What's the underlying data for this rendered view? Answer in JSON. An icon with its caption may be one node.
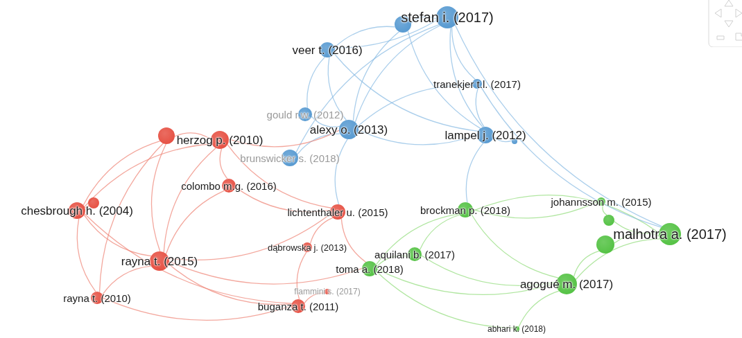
{
  "diagram": {
    "nodes": [
      {
        "text": [
          "stefan i. (2017)"
        ]
      },
      {
        "text": [],
        "shape": "circle"
      },
      {
        "text": [
          "veer t. (2016)"
        ]
      },
      {
        "text": [
          "tranekjer t.l. (2017)"
        ]
      },
      {
        "text": [
          "gould r.w. (2012)"
        ]
      },
      {
        "text": [
          "herzog p. (2010)"
        ]
      },
      {
        "text": [],
        "shape": "circle"
      },
      {
        "text": [
          "alexy o. (2013)"
        ]
      },
      {
        "text": [
          "lampel j. (2012)"
        ]
      },
      {
        "text": [],
        "shape": "circle"
      },
      {
        "text": [
          "brunswicker s. (2018)"
        ]
      },
      {
        "text": [
          "colombo m.g. (2016)"
        ]
      },
      {
        "text": [
          "chesbrough h. (2004)"
        ]
      },
      {
        "text": [],
        "shape": "circle"
      },
      {
        "text": [
          "lichtenthaler u. (2015)"
        ]
      },
      {
        "text": [
          "brockman p. (2018)"
        ]
      },
      {
        "text": [
          "johannsson m. (2015)"
        ]
      },
      {
        "text": [],
        "shape": "circle"
      },
      {
        "text": [
          "malhotra a. (2017)"
        ]
      },
      {
        "text": [],
        "shape": "circle"
      },
      {
        "text": [
          "dąbrowska j. (2013)"
        ]
      },
      {
        "text": [
          "aquilani b. (2017)"
        ]
      },
      {
        "text": [
          "rayna t. (2015)"
        ]
      },
      {
        "text": [
          "toma a. (2018)"
        ]
      },
      {
        "text": [
          "agogué m. (2017)"
        ]
      },
      {
        "text": [
          "flammini s. (2017)"
        ]
      },
      {
        "text": [
          "rayna t. (2010)"
        ]
      },
      {
        "text": [
          "buganza t. (2011)"
        ]
      },
      {
        "text": [
          "abhari k. (2018)"
        ]
      }
    ],
    "edges": [
      {
        "from": 0,
        "to": 1,
        "arrow": "none",
        "color": "#86b9e3"
      },
      {
        "from": 0,
        "to": 2,
        "arrow": "none",
        "color": "#86b9e3"
      },
      {
        "from": 0,
        "to": 3,
        "arrow": "none",
        "color": "#86b9e3"
      },
      {
        "from": 0,
        "to": 7,
        "arrow": "none",
        "color": "#86b9e3"
      },
      {
        "from": 0,
        "to": 8,
        "arrow": "none",
        "color": "#86b9e3"
      },
      {
        "from": 1,
        "to": 2,
        "arrow": "none",
        "color": "#86b9e3"
      },
      {
        "from": 1,
        "to": 7,
        "arrow": "none",
        "color": "#86b9e3"
      },
      {
        "from": 2,
        "to": 7,
        "arrow": "none",
        "color": "#86b9e3"
      },
      {
        "from": 2,
        "to": 4,
        "arrow": "none",
        "color": "#86b9e3"
      },
      {
        "from": 3,
        "to": 8,
        "arrow": "none",
        "color": "#86b9e3"
      },
      {
        "from": 7,
        "to": 8,
        "arrow": "none",
        "color": "#86b9e3"
      },
      {
        "from": 7,
        "to": 10,
        "arrow": "none",
        "color": "#86b9e3"
      },
      {
        "from": 4,
        "to": 7,
        "arrow": "none",
        "color": "#86b9e3"
      },
      {
        "from": 0,
        "to": 10,
        "arrow": "none",
        "color": "#86b9e3"
      },
      {
        "from": 2,
        "to": 8,
        "arrow": "none",
        "color": "#86b9e3"
      },
      {
        "from": 1,
        "to": 8,
        "arrow": "none",
        "color": "#86b9e3"
      },
      {
        "from": 3,
        "to": 7,
        "arrow": "none",
        "color": "#86b9e3"
      },
      {
        "from": 8,
        "to": 9,
        "arrow": "none",
        "color": "#86b9e3"
      },
      {
        "from": 5,
        "to": 6,
        "arrow": "none",
        "color": "#ee8274"
      },
      {
        "from": 5,
        "to": 11,
        "arrow": "none",
        "color": "#ee8274"
      },
      {
        "from": 5,
        "to": 12,
        "arrow": "none",
        "color": "#ee8274"
      },
      {
        "from": 5,
        "to": 22,
        "arrow": "none",
        "color": "#ee8274"
      },
      {
        "from": 6,
        "to": 12,
        "arrow": "none",
        "color": "#ee8274"
      },
      {
        "from": 6,
        "to": 22,
        "arrow": "none",
        "color": "#ee8274"
      },
      {
        "from": 11,
        "to": 22,
        "arrow": "none",
        "color": "#ee8274"
      },
      {
        "from": 12,
        "to": 13,
        "arrow": "none",
        "color": "#ee8274"
      },
      {
        "from": 12,
        "to": 22,
        "arrow": "none",
        "color": "#ee8274"
      },
      {
        "from": 12,
        "to": 26,
        "arrow": "none",
        "color": "#ee8274"
      },
      {
        "from": 22,
        "to": 26,
        "arrow": "none",
        "color": "#ee8274"
      },
      {
        "from": 22,
        "to": 27,
        "arrow": "none",
        "color": "#ee8274"
      },
      {
        "from": 26,
        "to": 27,
        "arrow": "none",
        "color": "#ee8274"
      },
      {
        "from": 11,
        "to": 14,
        "arrow": "none",
        "color": "#ee8274"
      },
      {
        "from": 14,
        "to": 20,
        "arrow": "none",
        "color": "#ee8274"
      },
      {
        "from": 20,
        "to": 27,
        "arrow": "none",
        "color": "#ee8274"
      },
      {
        "from": 22,
        "to": 14,
        "arrow": "none",
        "color": "#ee8274"
      },
      {
        "from": 5,
        "to": 14,
        "arrow": "none",
        "color": "#ee8274"
      },
      {
        "from": 25,
        "to": 27,
        "arrow": "none",
        "color": "#ee8274"
      },
      {
        "from": 12,
        "to": 27,
        "arrow": "none",
        "color": "#ee8274"
      },
      {
        "from": 6,
        "to": 26,
        "arrow": "none",
        "color": "#ee8274"
      },
      {
        "from": 14,
        "to": 23,
        "arrow": "none",
        "color": "#ee8274"
      },
      {
        "from": 5,
        "to": 7,
        "arrow": "none",
        "color": "#ee8274"
      },
      {
        "from": 22,
        "to": 23,
        "arrow": "none",
        "color": "#ee8274"
      },
      {
        "from": 15,
        "to": 21,
        "arrow": "none",
        "color": "#8fdc78"
      },
      {
        "from": 15,
        "to": 23,
        "arrow": "none",
        "color": "#8fdc78"
      },
      {
        "from": 15,
        "to": 16,
        "arrow": "none",
        "color": "#8fdc78"
      },
      {
        "from": 16,
        "to": 17,
        "arrow": "none",
        "color": "#8fdc78"
      },
      {
        "from": 17,
        "to": 18,
        "arrow": "none",
        "color": "#8fdc78"
      },
      {
        "from": 18,
        "to": 19,
        "arrow": "none",
        "color": "#8fdc78"
      },
      {
        "from": 19,
        "to": 24,
        "arrow": "none",
        "color": "#8fdc78"
      },
      {
        "from": 15,
        "to": 18,
        "arrow": "none",
        "color": "#8fdc78"
      },
      {
        "from": 21,
        "to": 23,
        "arrow": "none",
        "color": "#8fdc78"
      },
      {
        "from": 23,
        "to": 24,
        "arrow": "none",
        "color": "#8fdc78"
      },
      {
        "from": 24,
        "to": 28,
        "arrow": "none",
        "color": "#8fdc78"
      },
      {
        "from": 15,
        "to": 24,
        "arrow": "none",
        "color": "#8fdc78"
      },
      {
        "from": 21,
        "to": 24,
        "arrow": "none",
        "color": "#8fdc78"
      },
      {
        "from": 18,
        "to": 24,
        "arrow": "none",
        "color": "#8fdc78"
      },
      {
        "from": 23,
        "to": 28,
        "arrow": "none",
        "color": "#8fdc78"
      },
      {
        "from": 7,
        "to": 14,
        "arrow": "none",
        "color": "#86b9e3"
      },
      {
        "from": 8,
        "to": 15,
        "arrow": "none",
        "color": "#86b9e3"
      },
      {
        "from": 0,
        "to": 18,
        "arrow": "none",
        "color": "#86b9e3"
      },
      {
        "from": 3,
        "to": 18,
        "arrow": "none",
        "color": "#86b9e3"
      }
    ]
  }
}
